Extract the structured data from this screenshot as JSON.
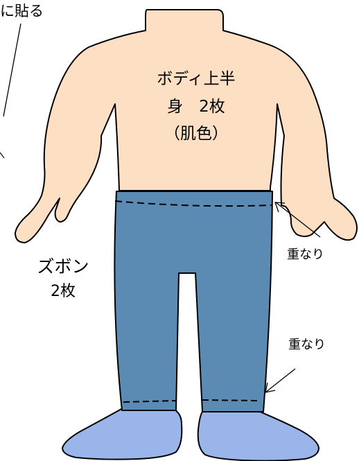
{
  "labels": {
    "top_left_fragment": "に貼る",
    "body_upper": {
      "line1": "ボディ上半",
      "line2": "身　2枚",
      "line3": "（肌色）"
    },
    "pants": {
      "line1": "ズボン",
      "line2": "2枚"
    },
    "overlap_waist": "重なり",
    "overlap_hem": "重なり"
  },
  "colors": {
    "skin": "#fddfc3",
    "pants": "#5b8bb2",
    "shoes": "#99b5ea",
    "outline": "#000000"
  }
}
